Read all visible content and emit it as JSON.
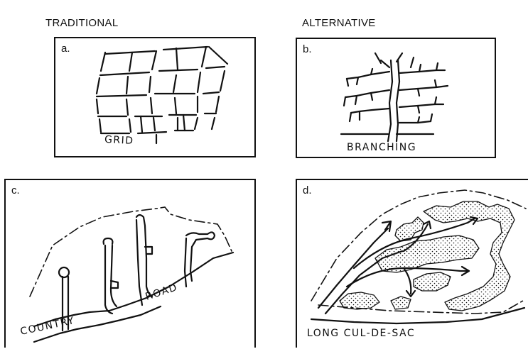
{
  "headings": {
    "traditional": "TRADITIONAL",
    "alternative": "ALTERNATIVE"
  },
  "panels": {
    "a": {
      "letter": "a.",
      "label": "GRID"
    },
    "b": {
      "letter": "b.",
      "label": "BRANCHING"
    },
    "c": {
      "letter": "c.",
      "label_1": "COUNTRY",
      "label_2": "ROAD"
    },
    "d": {
      "letter": "d.",
      "label": "LONG CUL-DE-SAC"
    }
  },
  "colors": {
    "ink": "#111111",
    "background": "#ffffff"
  }
}
